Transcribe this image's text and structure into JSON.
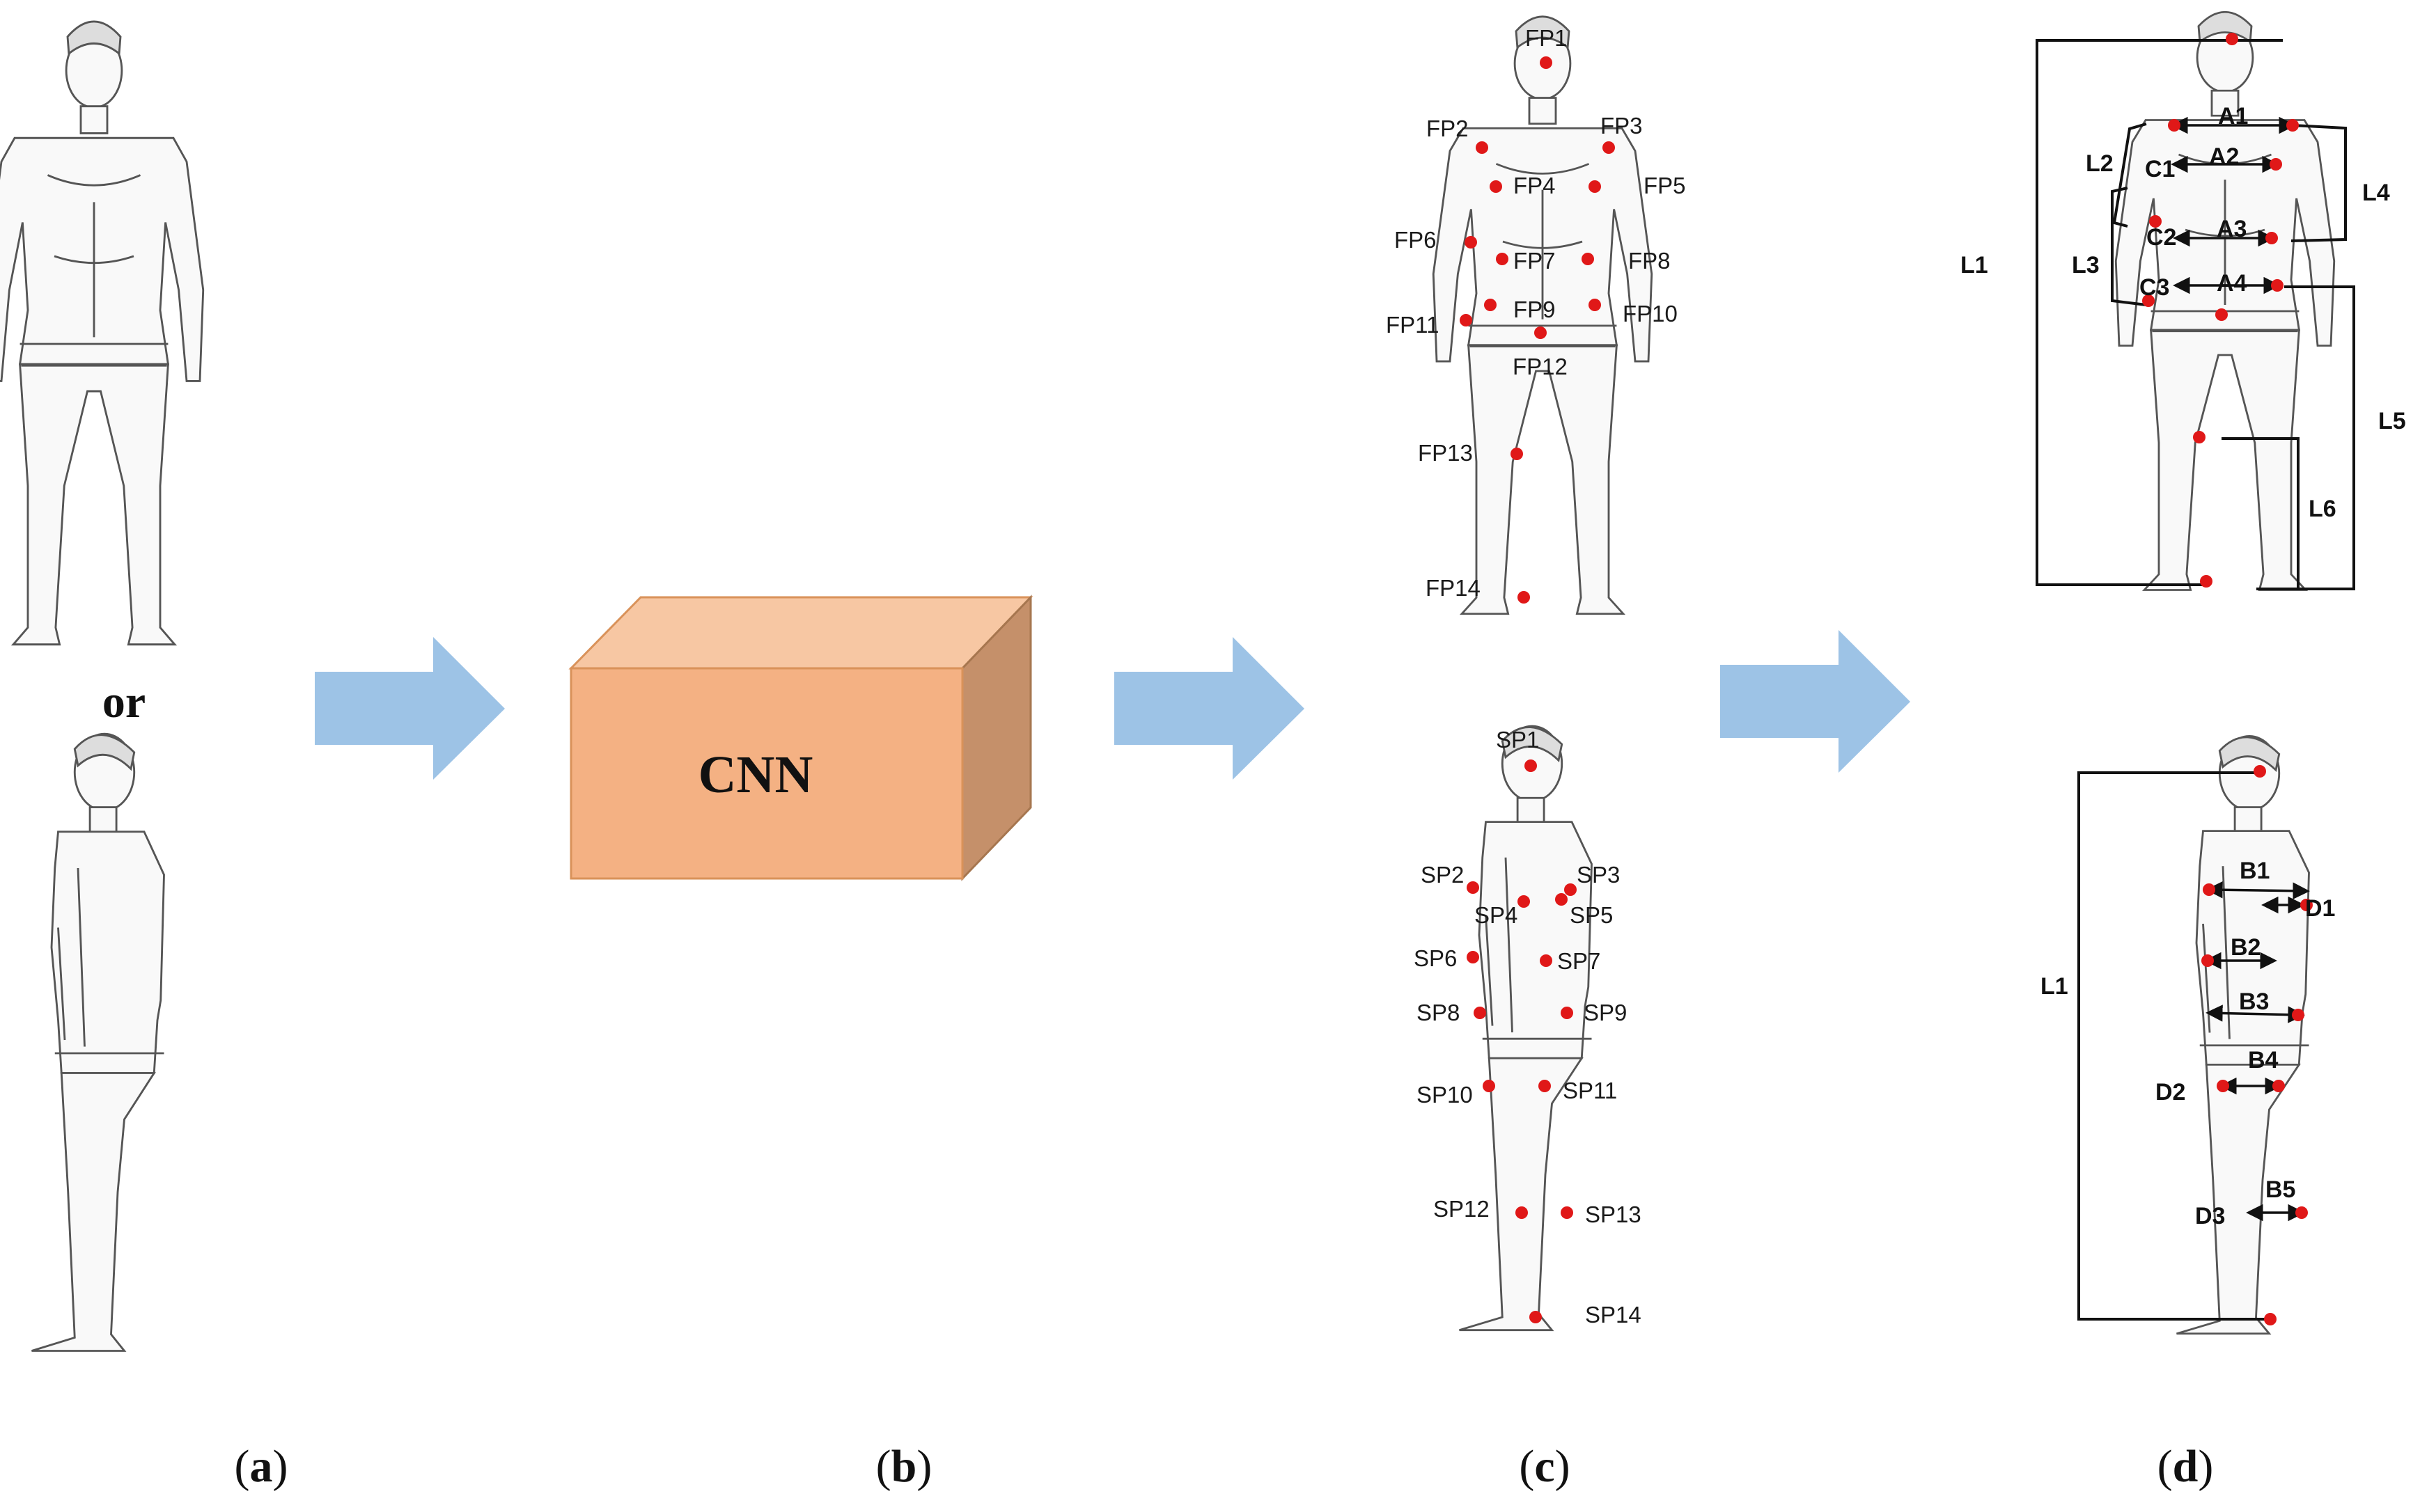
{
  "input": {
    "or_text": "or"
  },
  "model": {
    "label": "CNN"
  },
  "captions": [
    "a",
    "b",
    "c",
    "d"
  ],
  "front_points": [
    "FP1",
    "FP2",
    "FP3",
    "FP4",
    "FP5",
    "FP6",
    "FP7",
    "FP8",
    "FP9",
    "FP10",
    "FP11",
    "FP12",
    "FP13",
    "FP14"
  ],
  "side_points": [
    "SP1",
    "SP2",
    "SP3",
    "SP4",
    "SP5",
    "SP6",
    "SP7",
    "SP8",
    "SP9",
    "SP10",
    "SP11",
    "SP12",
    "SP13",
    "SP14"
  ],
  "front_measurements": [
    "A1",
    "A2",
    "A3",
    "A4",
    "C1",
    "C2",
    "C3",
    "L1",
    "L2",
    "L3",
    "L4",
    "L5",
    "L6"
  ],
  "side_measurements": [
    "B1",
    "B2",
    "B3",
    "B4",
    "B5",
    "D1",
    "D2",
    "D3",
    "L1"
  ],
  "colors": {
    "arrow": "#9dc3e6",
    "cnn_front": "#f4b183",
    "cnn_top": "#f7c7a3",
    "cnn_side": "#c5906a",
    "keypoint": "#e01818"
  }
}
